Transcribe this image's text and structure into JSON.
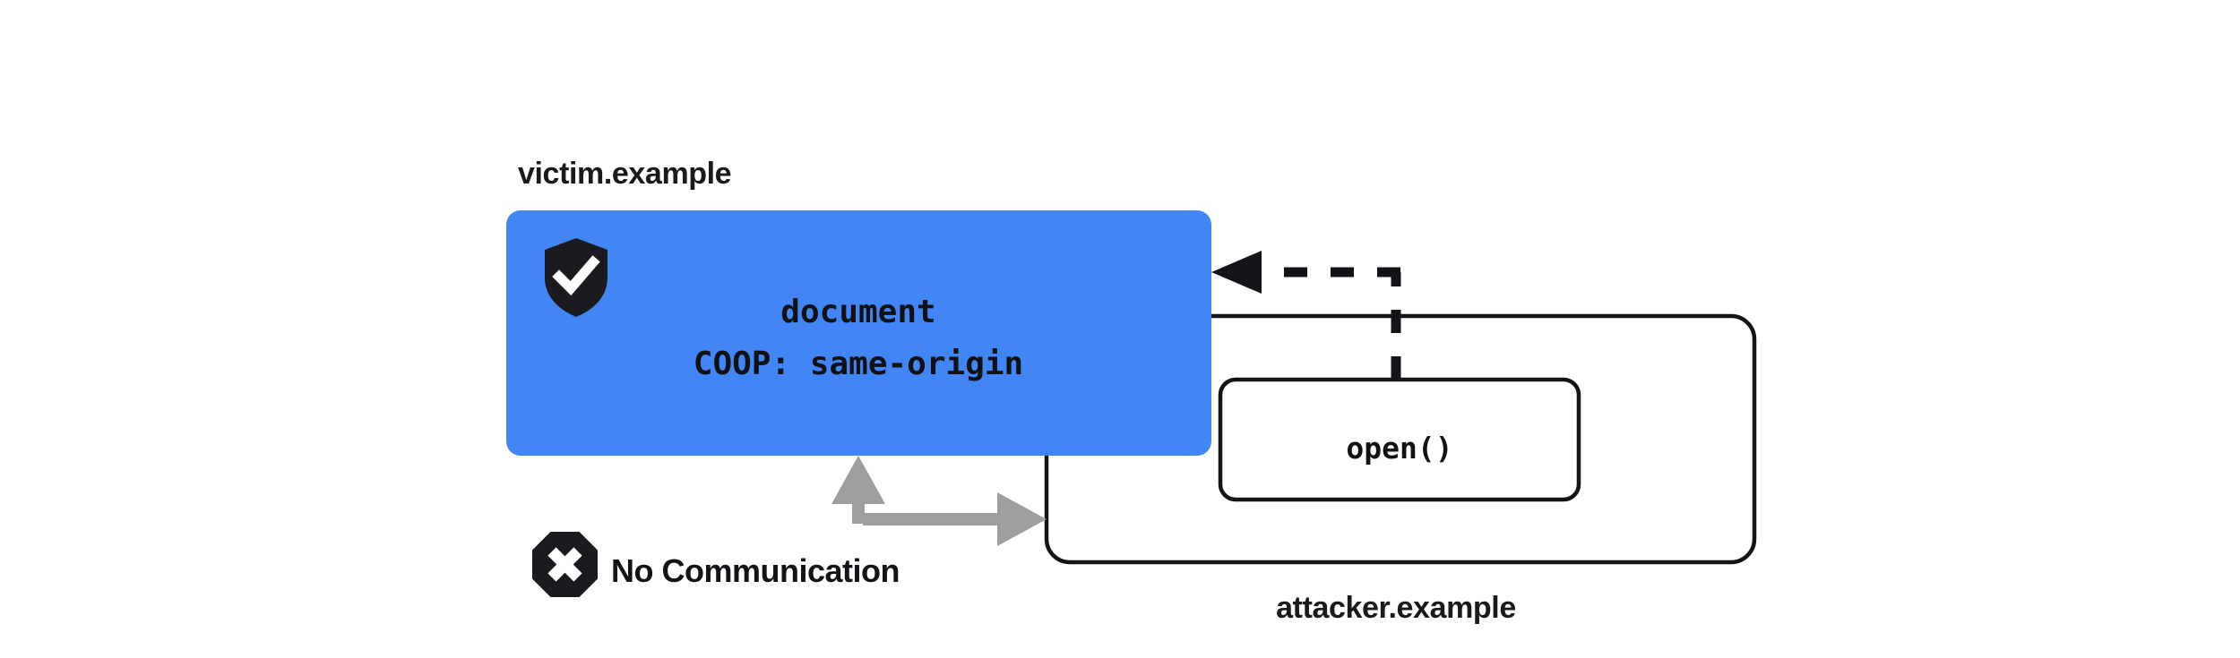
{
  "diagram": {
    "title_left": "victim.example",
    "title_right": "attacker.example",
    "victim_box": {
      "line1": "document",
      "line2": "COOP: same-origin",
      "icon": "shield-check-icon",
      "fill": "#4285F4"
    },
    "attacker_box": {
      "method_label": "open()",
      "stroke": "#141418"
    },
    "no_communication": {
      "label": "No Communication",
      "icon": "octagon-x-icon",
      "arrow_color": "#9e9e9e"
    },
    "open_arrow": {
      "style": "dashed",
      "color": "#141418"
    }
  }
}
